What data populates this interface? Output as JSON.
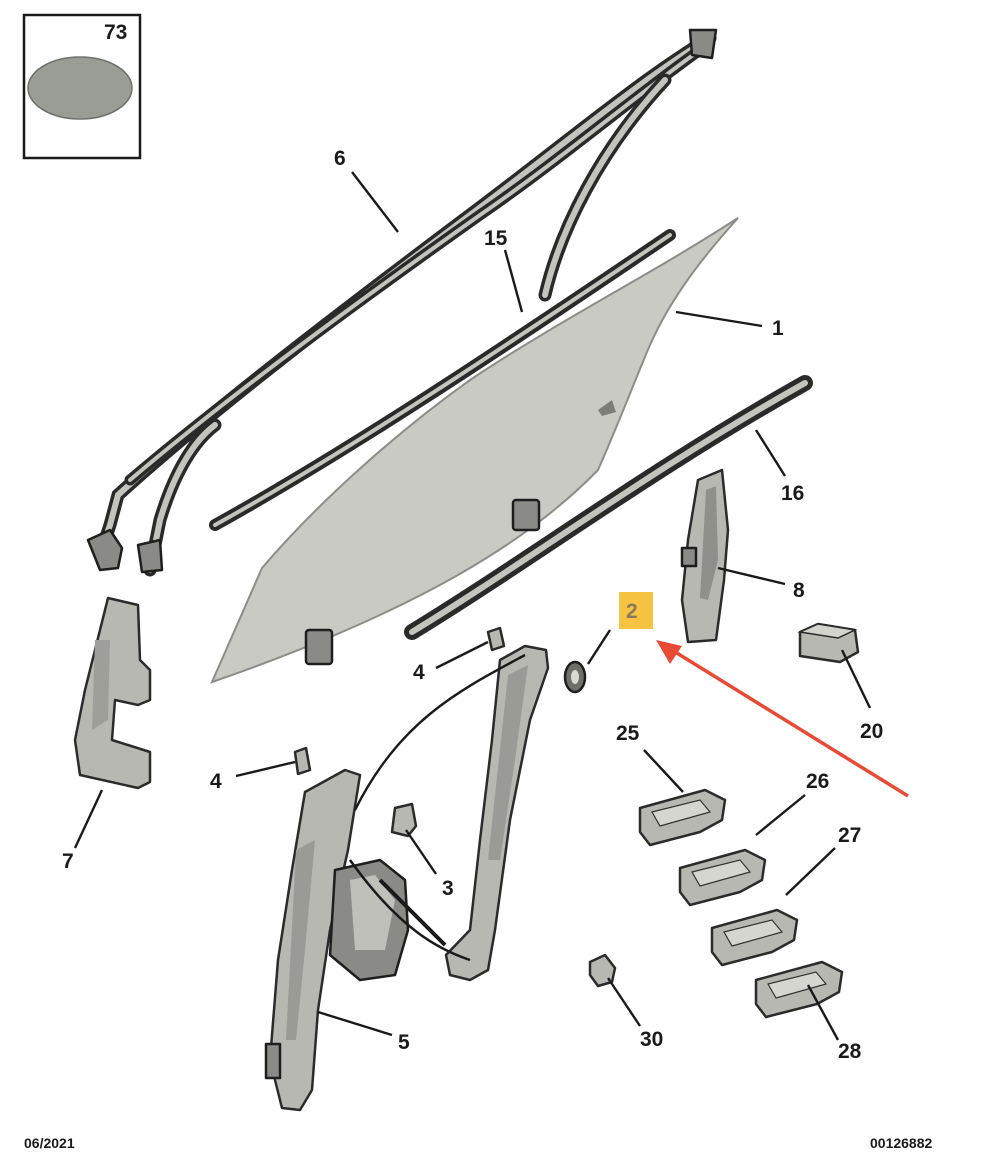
{
  "callouts": {
    "c73": "73",
    "c6": "6",
    "c15": "15",
    "c1": "1",
    "c16": "16",
    "c8": "8",
    "c2": "2",
    "c20": "20",
    "c4a": "4",
    "c4b": "4",
    "c7": "7",
    "c3": "3",
    "c25": "25",
    "c26": "26",
    "c27": "27",
    "c28": "28",
    "c5": "5",
    "c30": "30"
  },
  "footer": {
    "date": "06/2021",
    "ref": "00126882"
  },
  "colors": {
    "highlight": "#f6c343",
    "arrow": "#e84a35",
    "line": "#1a1a1a",
    "part_fill": "#b8b8b3",
    "glass": "#c9cac3"
  }
}
